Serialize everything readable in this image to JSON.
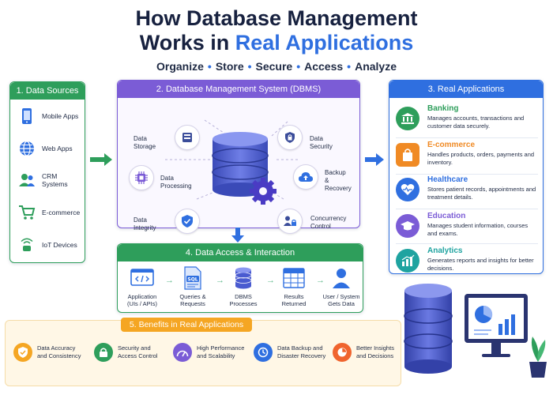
{
  "header": {
    "title_line1": "How Database Management",
    "title_line2_plain": "Works in ",
    "title_line2_accent": "Real Applications",
    "tagline": [
      "Organize",
      "Store",
      "Secure",
      "Access",
      "Analyze"
    ]
  },
  "sources": {
    "title": "1. Data Sources",
    "items": [
      {
        "label": "Mobile Apps",
        "icon": "mobile-phone-icon"
      },
      {
        "label": "Web Apps",
        "icon": "globe-icon"
      },
      {
        "label": "CRM Systems",
        "icon": "users-icon"
      },
      {
        "label": "E-commerce",
        "icon": "cart-icon"
      },
      {
        "label": "IoT Devices",
        "icon": "iot-device-icon"
      }
    ]
  },
  "dbms": {
    "title": "2. Database Management System (DBMS)",
    "nodes": {
      "storage": "Data Storage",
      "security": "Data Security",
      "processing": "Data Processing",
      "backup_1": "Backup &",
      "backup_2": "Recovery",
      "integrity": "Data Integrity",
      "concurrency_1": "Concurrency",
      "concurrency_2": "Control"
    }
  },
  "apps": {
    "title": "3. Real Applications",
    "items": [
      {
        "name": "Banking",
        "desc": "Manages accounts, transactions and customer data securely.",
        "color": "#2e9e5b",
        "icon": "bank-icon"
      },
      {
        "name": "E-commerce",
        "desc": "Handles products, orders, payments and inventory.",
        "color": "#f08a24",
        "icon": "shopping-bag-icon"
      },
      {
        "name": "Healthcare",
        "desc": "Stores patient records, appointments and treatment details.",
        "color": "#2f6fe0",
        "icon": "heart-pulse-icon"
      },
      {
        "name": "Education",
        "desc": "Manages student information, courses and exams.",
        "color": "#7b5cd6",
        "icon": "graduation-cap-icon"
      },
      {
        "name": "Analytics",
        "desc": "Generates reports and insights for better decisions.",
        "color": "#1fa3a0",
        "icon": "chart-icon"
      }
    ]
  },
  "access": {
    "title": "4. Data Access & Interaction",
    "steps": [
      {
        "l1": "Application",
        "l2": "(UIs / APIs)",
        "icon": "code-window-icon"
      },
      {
        "l1": "Queries &",
        "l2": "Requests",
        "icon": "sql-file-icon",
        "badge": "SQL"
      },
      {
        "l1": "DBMS",
        "l2": "Processes",
        "icon": "database-icon"
      },
      {
        "l1": "Results",
        "l2": "Returned",
        "icon": "table-icon"
      },
      {
        "l1": "User / System",
        "l2": "Gets Data",
        "icon": "user-icon"
      }
    ]
  },
  "benefits": {
    "title": "5. Benefits in Real Applications",
    "items": [
      {
        "l1": "Data Accuracy",
        "l2": "and Consistency",
        "color": "#f5a623",
        "icon": "shield-check-icon"
      },
      {
        "l1": "Security and",
        "l2": "Access Control",
        "color": "#2e9e5b",
        "icon": "lock-icon"
      },
      {
        "l1": "High Performance",
        "l2": "and Scalability",
        "color": "#7b5cd6",
        "icon": "gauge-icon"
      },
      {
        "l1": "Data Backup and",
        "l2": "Disaster Recovery",
        "color": "#2f6fe0",
        "icon": "clock-icon"
      },
      {
        "l1": "Better Insights",
        "l2": "and Decisions",
        "color": "#f0642e",
        "icon": "pie-chart-icon"
      }
    ]
  }
}
